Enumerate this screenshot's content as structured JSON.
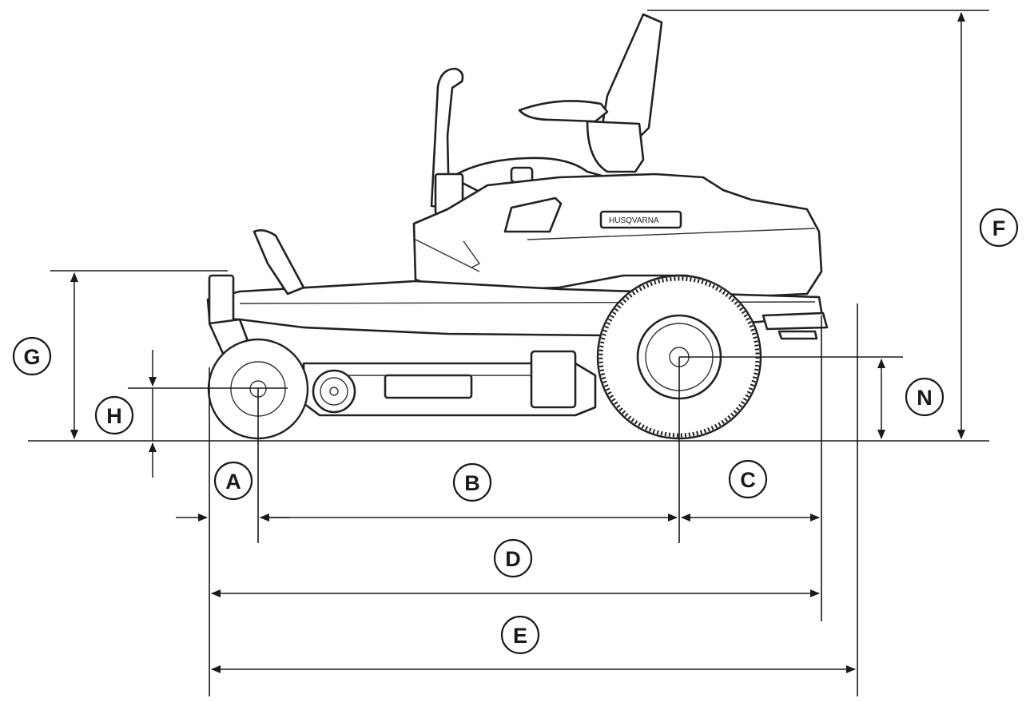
{
  "labels": {
    "A": "A",
    "B": "B",
    "C": "C",
    "D": "D",
    "E": "E",
    "F": "F",
    "G": "G",
    "H": "H",
    "N": "N"
  },
  "brand_text": "HUSQVARNA",
  "colors": {
    "line": "#1a1a1a",
    "background": "#ffffff"
  },
  "icons": [
    "dimension-arrow",
    "mower-illustration"
  ]
}
